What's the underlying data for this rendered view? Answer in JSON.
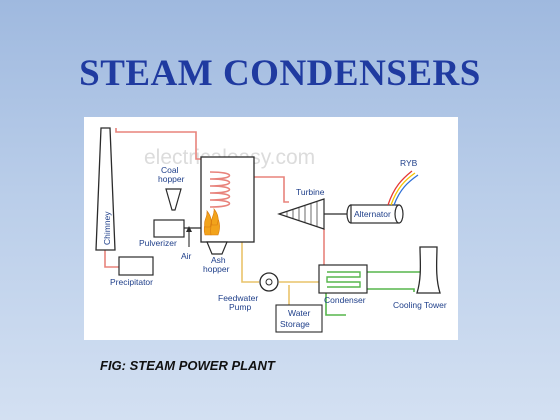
{
  "slide": {
    "title": "STEAM CONDENSERS",
    "caption": "FIG: STEAM POWER PLANT"
  },
  "diagram": {
    "watermark": "electricaleasy.com",
    "labels": {
      "chimney": "Chimney",
      "coal_hopper_1": "Coal",
      "coal_hopper_2": "hopper",
      "pulverizer": "Pulverizer",
      "air": "Air",
      "ash_hopper_1": "Ash",
      "ash_hopper_2": "hopper",
      "precipitator": "Precipitator",
      "turbine": "Turbine",
      "alternator": "Alternator",
      "ryb": "RYB",
      "feedwater_pump_1": "Feedwater",
      "feedwater_pump_2": "Pump",
      "condenser": "Condenser",
      "cooling_tower": "Cooling Tower",
      "water_storage_1": "Water",
      "water_storage_2": "Storage"
    },
    "colors": {
      "outline": "#2b2b2b",
      "steam_pipe": "#e8837c",
      "cooling_pipe": "#56b64c",
      "feed_pipe": "#e9c36a",
      "label": "#1f3f8a",
      "flame": "#f2a31b",
      "wire_red": "#e53935",
      "wire_yellow": "#f5c400",
      "wire_blue": "#2f6fd6"
    }
  }
}
